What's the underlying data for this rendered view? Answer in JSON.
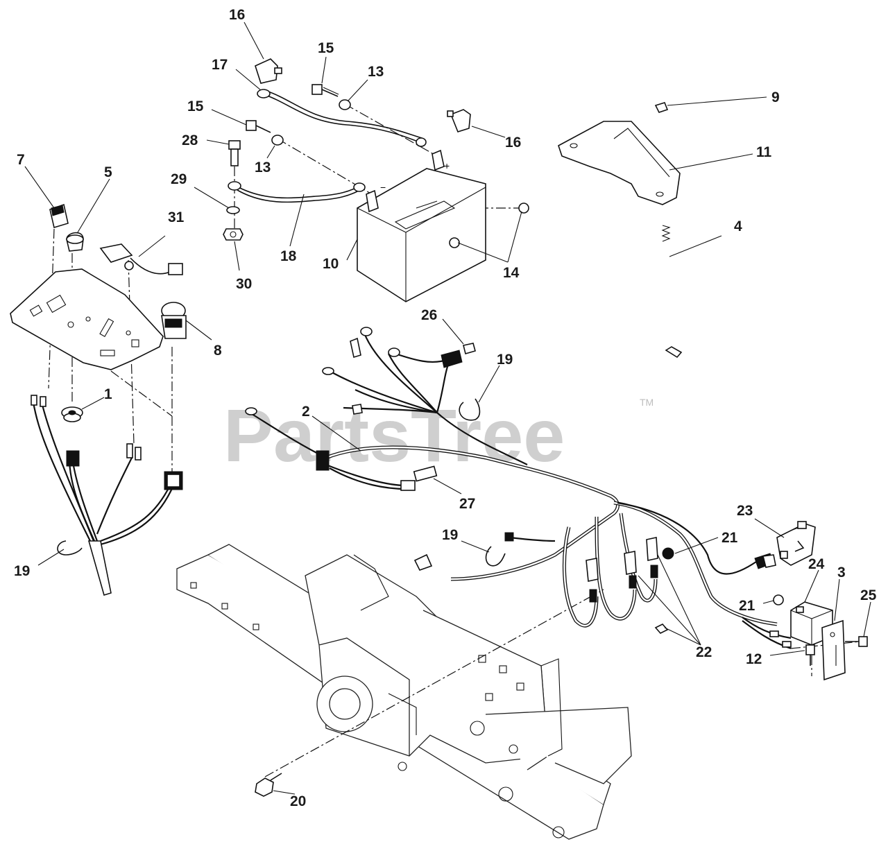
{
  "watermark": {
    "text": "PartsTree",
    "trademark": "TM"
  },
  "callouts": [
    {
      "id": "c16a",
      "label": "16"
    },
    {
      "id": "c15a",
      "label": "15"
    },
    {
      "id": "c13a",
      "label": "13"
    },
    {
      "id": "c17",
      "label": "17"
    },
    {
      "id": "c9",
      "label": "9"
    },
    {
      "id": "c15b",
      "label": "15"
    },
    {
      "id": "c16b",
      "label": "16"
    },
    {
      "id": "c11",
      "label": "11"
    },
    {
      "id": "c28",
      "label": "28"
    },
    {
      "id": "c13b",
      "label": "13"
    },
    {
      "id": "c7",
      "label": "7"
    },
    {
      "id": "c5",
      "label": "5"
    },
    {
      "id": "c29",
      "label": "29"
    },
    {
      "id": "c31",
      "label": "31"
    },
    {
      "id": "c4",
      "label": "4"
    },
    {
      "id": "c18",
      "label": "18"
    },
    {
      "id": "c10",
      "label": "10"
    },
    {
      "id": "c14",
      "label": "14"
    },
    {
      "id": "c30",
      "label": "30"
    },
    {
      "id": "c26",
      "label": "26"
    },
    {
      "id": "c8",
      "label": "8"
    },
    {
      "id": "c19a",
      "label": "19"
    },
    {
      "id": "c1",
      "label": "1"
    },
    {
      "id": "c2",
      "label": "2"
    },
    {
      "id": "c27",
      "label": "27"
    },
    {
      "id": "c23",
      "label": "23"
    },
    {
      "id": "c19b",
      "label": "19"
    },
    {
      "id": "c21a",
      "label": "21"
    },
    {
      "id": "c19c",
      "label": "19"
    },
    {
      "id": "c24",
      "label": "24"
    },
    {
      "id": "c3",
      "label": "3"
    },
    {
      "id": "c25",
      "label": "25"
    },
    {
      "id": "c21b",
      "label": "21"
    },
    {
      "id": "c22",
      "label": "22"
    },
    {
      "id": "c12",
      "label": "12"
    },
    {
      "id": "c20",
      "label": "20"
    }
  ]
}
